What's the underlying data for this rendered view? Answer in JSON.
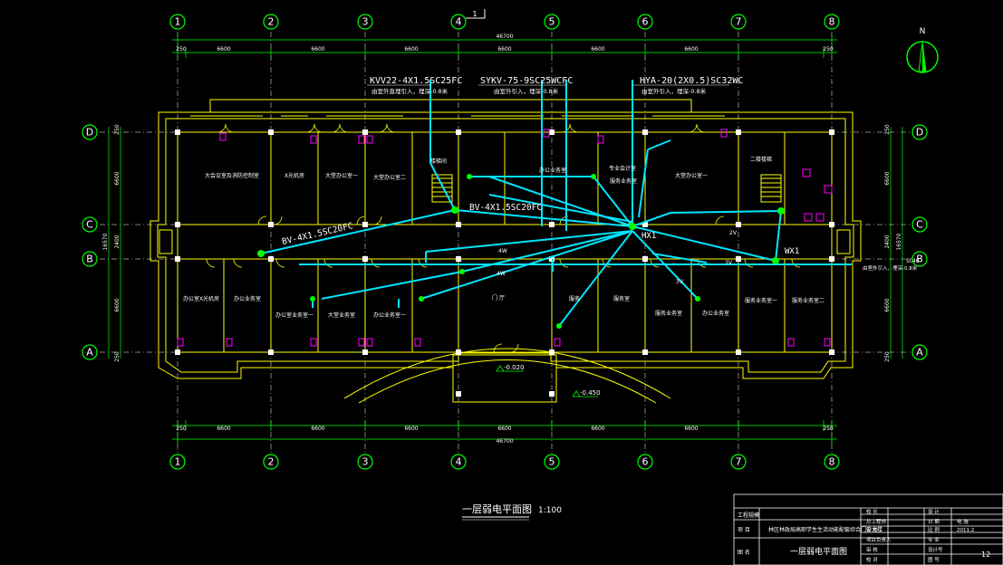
{
  "grid_columns": [
    "1",
    "2",
    "3",
    "4",
    "5",
    "6",
    "7",
    "8"
  ],
  "grid_rows": [
    "D",
    "C",
    "B",
    "A"
  ],
  "dims_top": [
    "250",
    "6600",
    "6600",
    "6600",
    "6600",
    "6600",
    "6600",
    "250"
  ],
  "dim_total": "46700",
  "dims_left": [
    "250",
    "6600",
    "2400",
    "6600",
    "250"
  ],
  "dim_left_total": "16570",
  "dims_right": [
    "250",
    "6600",
    "2400",
    "6600",
    "250"
  ],
  "dim_right_total": "16570",
  "section_mark": "1",
  "north": "N",
  "cable_labels": {
    "kvv": "KVV22-4X1.5SC25FC",
    "kvv_note": "由室外直埋引入，埋深-0.8米",
    "syv": "SYKV-75-9SC25WCFC",
    "syv_note": "由室外引入，埋深-0.8米",
    "hya": "HYA-20(2X0.5)SC32WC",
    "hya_note": "由室外引入，埋深-0.8米",
    "bv1": "BV-4X1.5SC20FC",
    "bv2": "BV-4X1.5SC20FC",
    "hx1": "HX1",
    "wx1": "WX1",
    "sc40": "SC40",
    "sc40_note": "由室外引入，埋深-0.8米",
    "w4": "4W",
    "w4b": "4W",
    "w3": "3V",
    "w3b": "3V",
    "w2": "2V"
  },
  "rooms_top": [
    "大会议室及消防控制室",
    "X光机房",
    "大堂办公室一",
    "大堂办公室二",
    "楼梯间",
    "办公业务室",
    "专业会计室",
    "服务业务室",
    "大堂办公室一",
    "二楼楼梯"
  ],
  "rooms_bottom": [
    "办公室X光机房",
    "办公业务室",
    "办公室业务室一",
    "大堂业务室",
    "办公业务室一",
    "门 厅",
    "服务",
    "服务室",
    "服务业务室",
    "办公业务室",
    "服务业务室一",
    "服务业务室二"
  ],
  "elevations": {
    "hall": "-0.020",
    "outside": "-0.450"
  },
  "plan_title": "一层弱电平面图",
  "plan_scale": "1:100",
  "title_block": {
    "r1c1": "工程规模",
    "r2c1": "项 目",
    "r2c2": "林区林政局高职学生生活动能配套综合门诊大楼",
    "r3c1": "图 名",
    "r3c2": "一层弱电平面图",
    "s1": "校 长",
    "s2": "总工程师",
    "s3": "审 核",
    "s4": "项目负责人",
    "s5": "审 核",
    "s6": "校 对",
    "d1": "设 计",
    "d2": "日 期",
    "d3": "比 例",
    "d4": "专 业",
    "d5": "设计号",
    "d6": "图 号",
    "v2": "电 施",
    "v3": "2011.2",
    "sheet": "12"
  }
}
